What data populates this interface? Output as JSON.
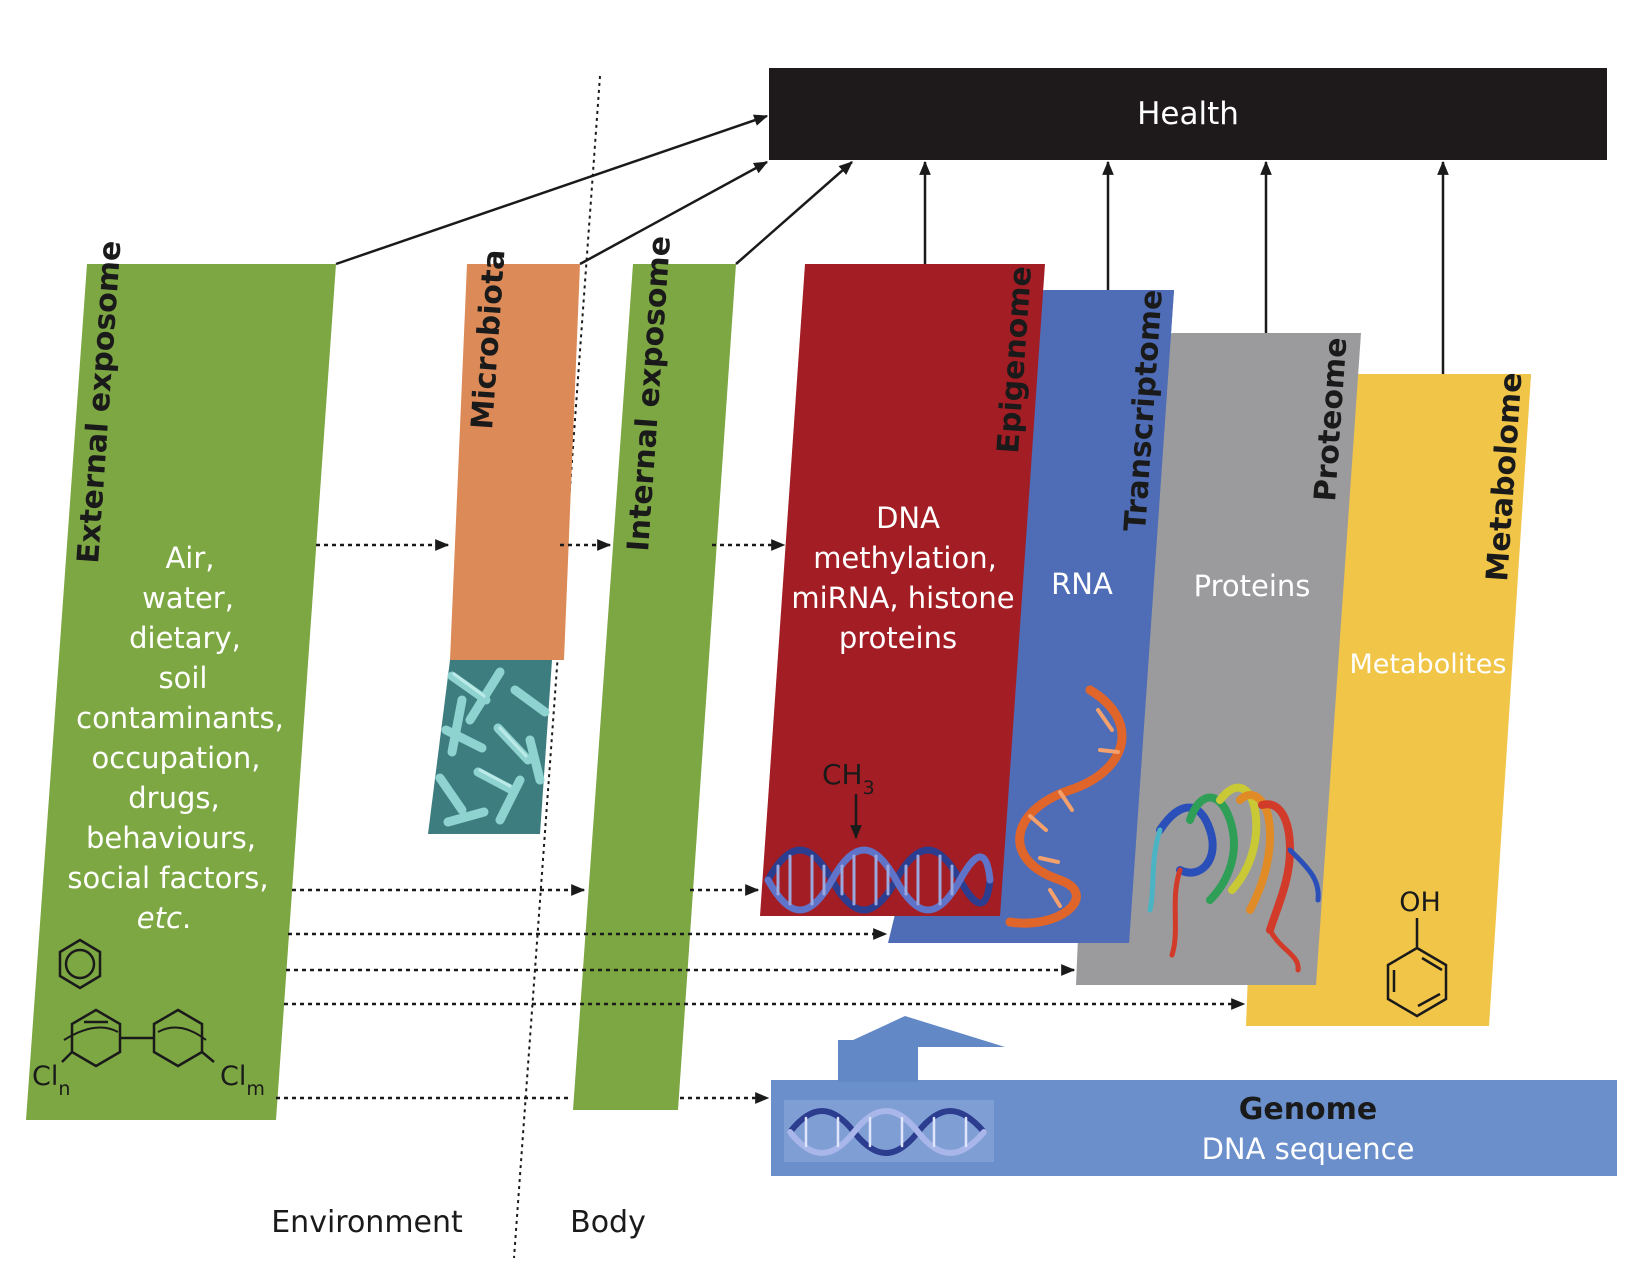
{
  "health": {
    "label": "Health"
  },
  "panels": {
    "external": {
      "title": "External exposome",
      "lines": [
        "Air,",
        "water,",
        "dietary,",
        "soil",
        "contaminants,",
        "occupation,",
        "drugs,",
        "behaviours,",
        "social factors,"
      ],
      "etc": "etc",
      "etc_suffix": "."
    },
    "microbiota": {
      "title": "Microbiota"
    },
    "internal": {
      "title": "Internal exposome"
    },
    "epigenome": {
      "title": "Epigenome",
      "lines": [
        "DNA",
        "methylation,",
        "miRNA, histone",
        "proteins"
      ],
      "methyl": "CH",
      "methyl_sub": "3"
    },
    "transcriptome": {
      "title": "Transcriptome",
      "content": "RNA"
    },
    "proteome": {
      "title": "Proteome",
      "content": "Proteins"
    },
    "metabolome": {
      "title": "Metabolome",
      "content": "Metabolites",
      "hydroxyl": "OH"
    },
    "genome": {
      "title": "Genome",
      "subtitle": "DNA sequence"
    }
  },
  "chem": {
    "cl": "Cl",
    "n": "n",
    "m": "m"
  },
  "regions": {
    "environment": "Environment",
    "body": "Body"
  },
  "colors": {
    "health": "#1e1a1b",
    "exposome_green": "#7da743",
    "microbiota_orange": "#dc8a57",
    "microbe_teal": "#5fb0b0",
    "epigenome_red": "#a31d24",
    "transcriptome_blue": "#4f6cb6",
    "proteome_gray": "#9b9b9d",
    "metabolome_yellow": "#f0c548",
    "genome_blue": "#6a8fcb",
    "arrow_up_blue": "#6289c6"
  },
  "icons": [
    "benzene-icon",
    "biphenyl-icon",
    "phenol-icon",
    "dna-helix-icon",
    "rna-helix-icon",
    "protein-structure-icon",
    "bacteria-microscopy-icon"
  ]
}
